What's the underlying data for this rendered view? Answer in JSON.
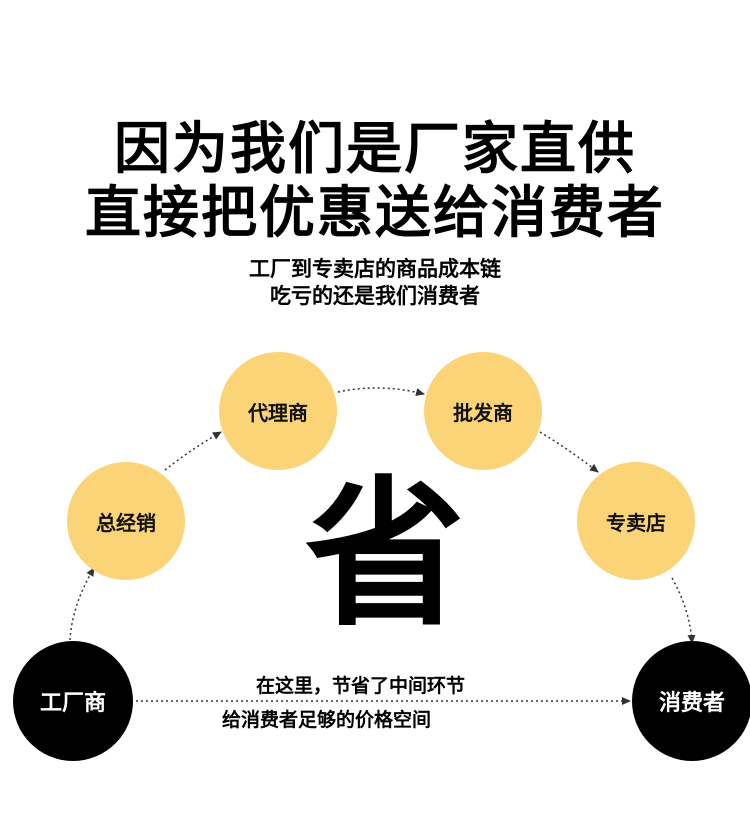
{
  "headline": {
    "line1": "因为我们是厂家直供",
    "line2": "直接把优惠送给消费者"
  },
  "subheadline": {
    "line1": "工厂到专卖店的商品成本链",
    "line2": "吃亏的还是我们消费者"
  },
  "nodes": {
    "factory": "工厂商",
    "distributor": "总经销",
    "agent": "代理商",
    "wholesaler": "批发商",
    "store": "专卖店",
    "consumer": "消费者"
  },
  "center_char": "省",
  "note": {
    "line1": "在这里，节省了中间环节",
    "line2": "给消费者足够的价格空间"
  },
  "colors": {
    "node_fill": "#fbd478",
    "end_fill": "#000000",
    "arrow": "#333333"
  }
}
